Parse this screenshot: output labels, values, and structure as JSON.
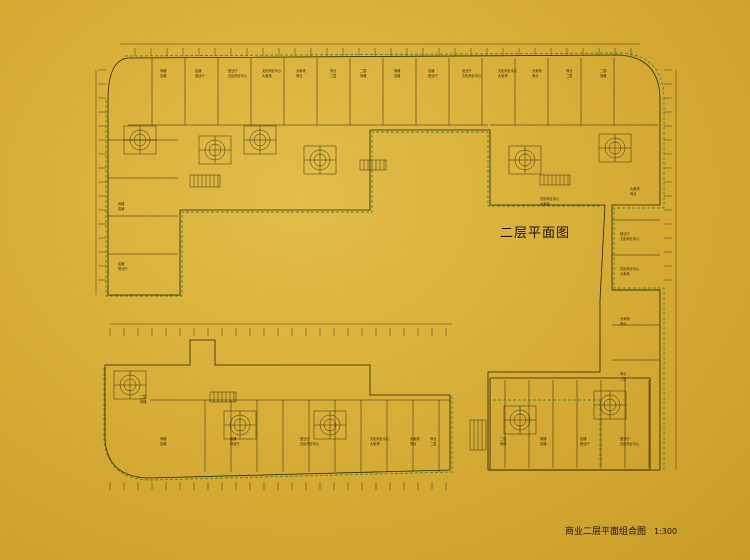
{
  "drawing": {
    "center_label": "二层平面图",
    "title": "商业二层平面组合图",
    "scale": "1:300",
    "room_tags": [
      "商铺",
      "店铺",
      "营业厅",
      "文化商业中心",
      "大卖场",
      "商业",
      "二层"
    ]
  },
  "colors": {
    "background": "#d7ae37",
    "line": "#2a2208",
    "boundary": "#4a8a1a"
  }
}
